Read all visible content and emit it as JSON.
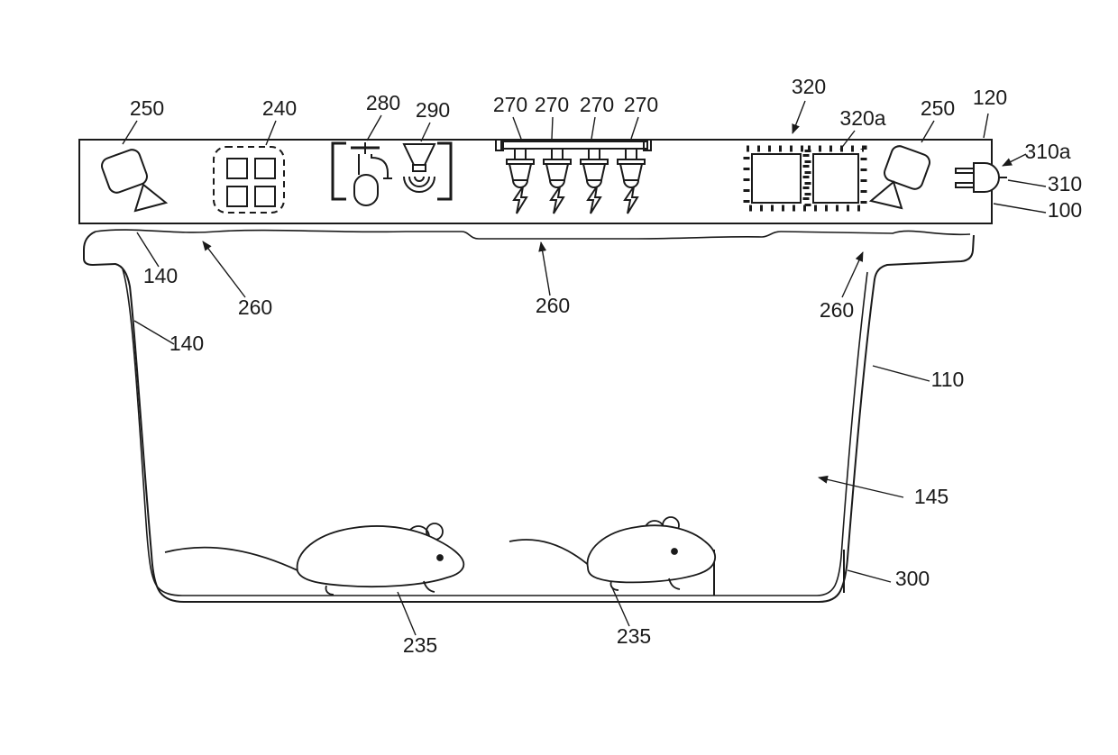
{
  "figure": {
    "kind": "patent-line-drawing",
    "description": "Instrumented rodent cage with sensor lid"
  },
  "colors": {
    "ink": "#1a1a1a",
    "background": "#ffffff"
  },
  "labels": {
    "camera_left": "250",
    "vent_module": "240",
    "water_dispenser": "280",
    "speaker": "290",
    "light_1": "270",
    "light_2": "270",
    "light_3": "270",
    "light_4": "270",
    "chip_assembly": "320",
    "chip_right": "320a",
    "camera_right": "250",
    "lid_edge": "120",
    "plug_tip": "310a",
    "plug": "310",
    "lid": "100",
    "rim_seal": "140",
    "side_wall": "140",
    "seal_left": "260",
    "seal_middle": "260",
    "seal_right": "260",
    "cage_wall": "110",
    "interior": "145",
    "tray": "300",
    "mouse_left": "235",
    "mouse_right": "235"
  }
}
